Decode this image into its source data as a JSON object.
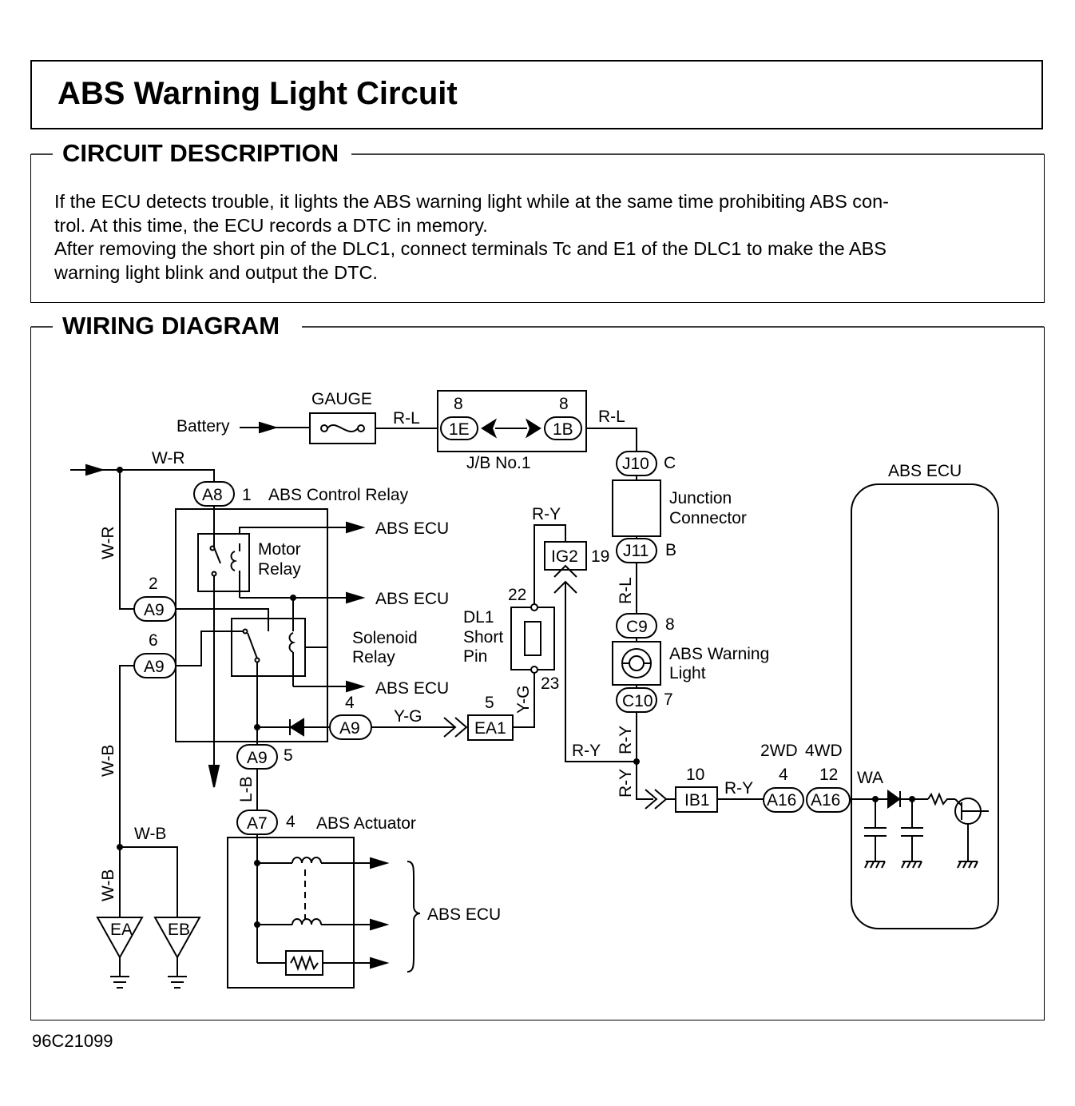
{
  "title": "ABS Warning Light Circuit",
  "circuit_description": {
    "heading": "CIRCUIT DESCRIPTION",
    "lines": [
      "If the ECU detects trouble, it lights the ABS warning light while at the same time prohibiting ABS con-",
      "trol. At this time, the ECU records a DTC in memory.",
      "After removing the short pin of the DLC1, connect terminals Tc and E1 of the DLC1 to make the ABS",
      "warning light blink and output the DTC."
    ]
  },
  "wiring_diagram": {
    "heading": "WIRING DIAGRAM",
    "labels": {
      "battery": "Battery",
      "gauge": "GAUGE",
      "rl_1": "R-L",
      "rl_2": "R-L",
      "rl_3": "R-L",
      "jb": "J/B No.1",
      "jb_pin_left": "8",
      "jb_pin_right": "8",
      "jb_conn_left": "1E",
      "jb_conn_right": "1B",
      "wr_top": "W-R",
      "wr_side": "W-R",
      "a8": "A8",
      "a8_pin": "1",
      "abs_control_relay": "ABS Control Relay",
      "motor": "Motor",
      "relay1": "Relay",
      "solenoid": "Solenoid",
      "relay2": "Relay",
      "abs_ecu_1": "ABS ECU",
      "abs_ecu_2": "ABS ECU",
      "abs_ecu_3": "ABS ECU",
      "abs_ecu_4": "ABS ECU",
      "abs_ecu_main": "ABS ECU",
      "a9_top_pin": "2",
      "a9_top": "A9",
      "a9_mid_pin": "6",
      "a9_mid": "A9",
      "a9_right_pin": "4",
      "a9_right": "A9",
      "a9_bottom": "A9",
      "a9_bottom_pin": "5",
      "yg_1": "Y-G",
      "yg_2": "Y-G",
      "ea1": "EA1",
      "ea1_pin": "5",
      "ry_1": "R-Y",
      "ry_2": "R-Y",
      "ry_3": "R-Y",
      "ry_4": "R-Y",
      "ry_5": "R-Y",
      "ig2": "IG2",
      "ig2_pin": "19",
      "pin_22": "22",
      "pin_23": "23",
      "dl1": "DL1",
      "short": "Short",
      "pin": "Pin",
      "j10": "J10",
      "j10_letter": "C",
      "junction": "Junction",
      "connector": "Connector",
      "j11": "J11",
      "j11_letter": "B",
      "c9": "C9",
      "c9_pin": "8",
      "abs_warning": "ABS Warning",
      "light": "Light",
      "c10": "C10",
      "c10_pin": "7",
      "ib1": "IB1",
      "ib1_pin": "10",
      "two_wd": "2WD",
      "four_wd": "4WD",
      "a16_left": "A16",
      "a16_left_pin": "4",
      "a16_right": "A16",
      "a16_right_pin": "12",
      "wa": "WA",
      "wb_1": "W-B",
      "wb_2": "W-B",
      "wb_3": "W-B",
      "ea": "EA",
      "eb": "EB",
      "lb": "L-B",
      "a7": "A7",
      "a7_pin": "4",
      "abs_actuator": "ABS Actuator"
    }
  },
  "figure_code": "96C21099"
}
